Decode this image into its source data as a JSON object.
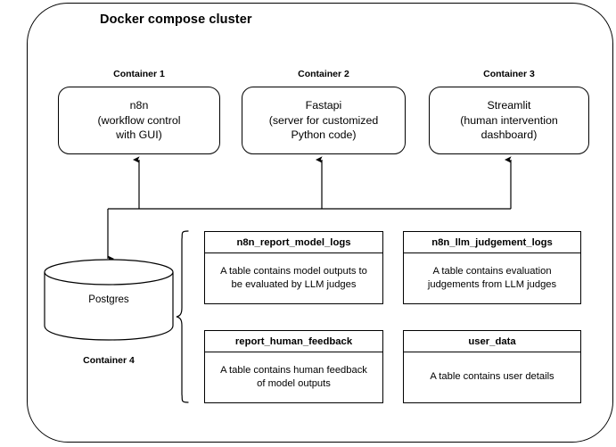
{
  "cluster": {
    "title": "Docker compose cluster"
  },
  "containers": [
    {
      "caption": "Container 1",
      "name": "n8n",
      "description": "(workflow control\nwith GUI)",
      "text": "n8n\n(workflow control\nwith GUI)"
    },
    {
      "caption": "Container 2",
      "name": "Fastapi",
      "description": "(server for customized\nPython code)",
      "text": "Fastapi\n(server for customized\nPython code)"
    },
    {
      "caption": "Container 3",
      "name": "Streamlit",
      "description": "(human intervention\ndashboard)",
      "text": "Streamlit\n(human intervention\ndashboard)"
    }
  ],
  "database": {
    "caption": "Container 4",
    "label": "Postgres",
    "shape": "cylinder-icon"
  },
  "tables": [
    {
      "name": "n8n_report_model_logs",
      "description": "A table contains model outputs to\nbe evaluated by LLM judges"
    },
    {
      "name": "n8n_llm_judgement_logs",
      "description": "A table contains evaluation\njudgements from LLM judges"
    },
    {
      "name": "report_human_feedback",
      "description": "A table contains human feedback\nof model outputs"
    },
    {
      "name": "user_data",
      "description": "A table contains user details"
    }
  ],
  "connectors": {
    "bus_to_containers": "arrows pointing up from shared bus into Container 1, 2 and 3",
    "bus_to_database": "arrow pointing down into Postgres",
    "brace": "curly brace grouping the four database tables"
  },
  "colors": {
    "stroke": "#000000",
    "background": "#ffffff",
    "text": "#000000"
  }
}
